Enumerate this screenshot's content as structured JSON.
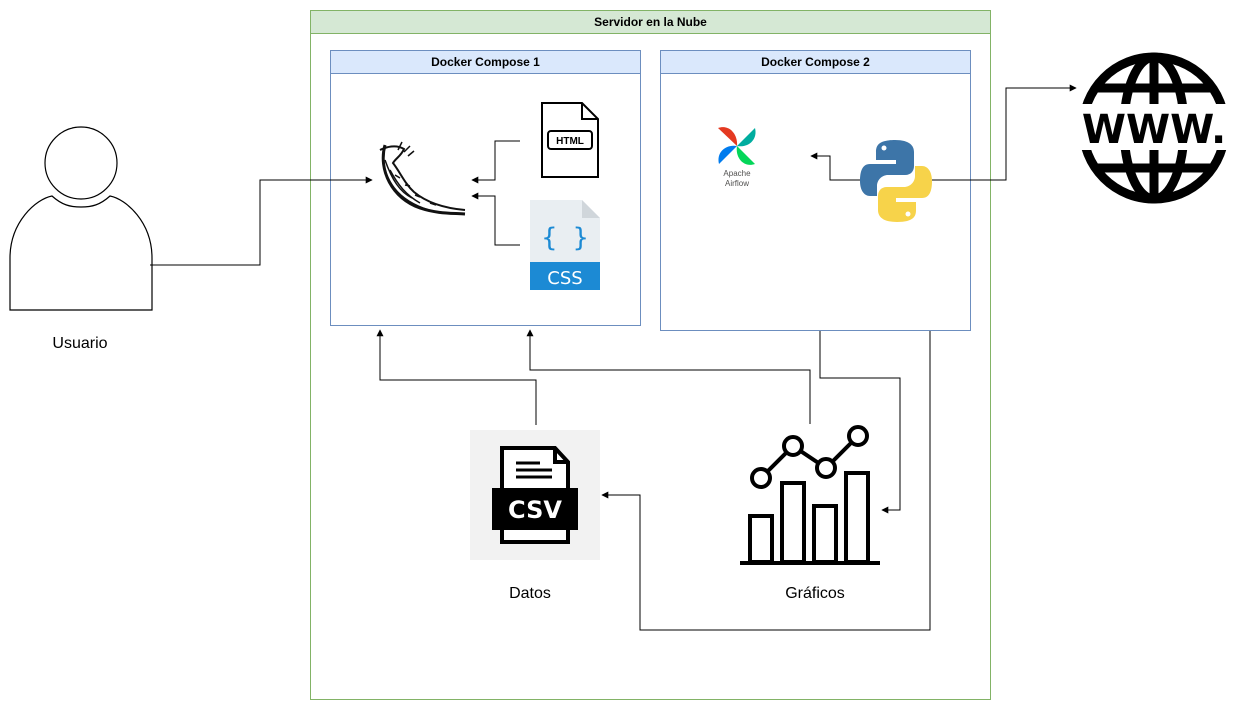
{
  "server": {
    "title": "Servidor en la Nube"
  },
  "compose1": {
    "title": "Docker Compose 1"
  },
  "compose2": {
    "title": "Docker Compose 2"
  },
  "user": {
    "label": "Usuario"
  },
  "data_node": {
    "label": "Datos",
    "file_type": "CSV"
  },
  "charts_node": {
    "label": "Gráficos"
  },
  "html_icon": {
    "text": "HTML"
  },
  "css_icon": {
    "braces": "{ }",
    "text": "CSS"
  },
  "airflow": {
    "line1": "Apache",
    "line2": "Airflow"
  },
  "web_icon": {
    "text": "WWW."
  },
  "colors": {
    "server_border": "#82b366",
    "server_fill": "#d5e8d4",
    "compose_border": "#6c8ebf",
    "compose_fill": "#dae8fc",
    "css_blue": "#1c8ad4",
    "python_blue": "#3d75a8",
    "python_yellow": "#f7d34a",
    "airflow_red": "#e43921",
    "airflow_teal": "#00ad9f",
    "airflow_blue": "#017cee",
    "airflow_green": "#04d659"
  }
}
